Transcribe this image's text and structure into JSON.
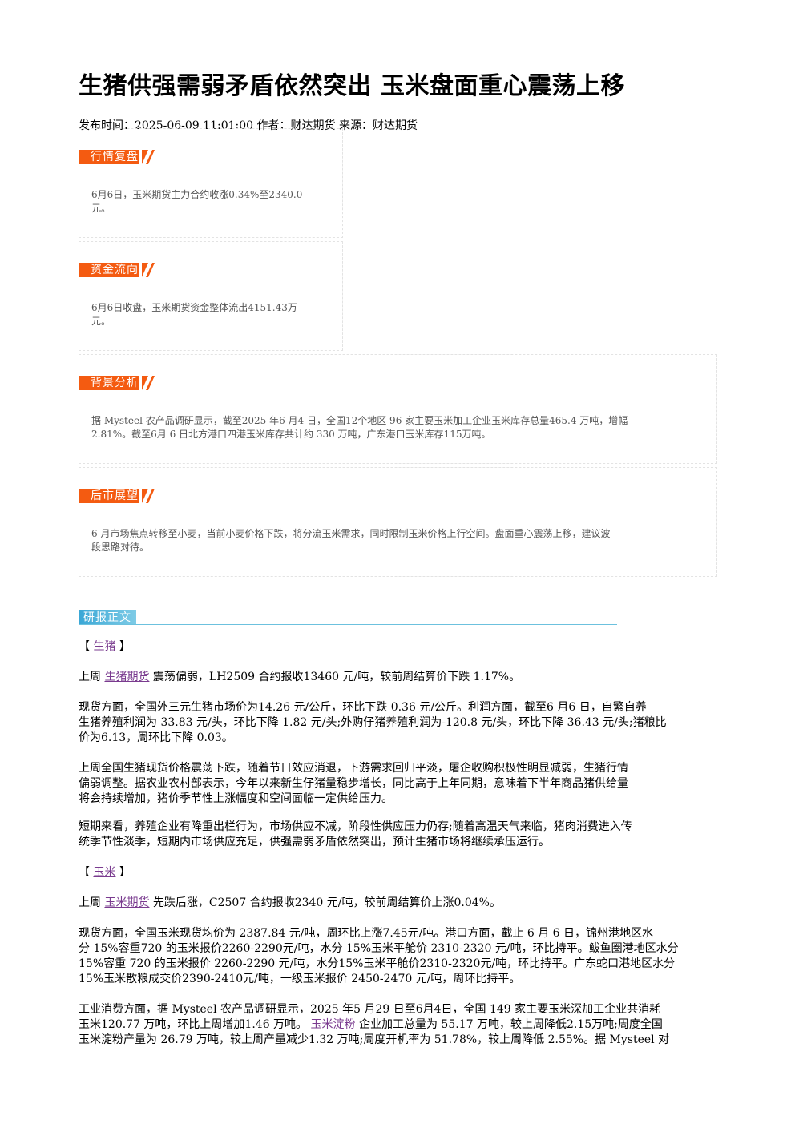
{
  "article": {
    "title": "生猪供强需弱矛盾依然突出 玉米盘面重心震荡上移",
    "meta": "发布时间：2025-06-09 11:01:00 作者：财达期货 来源：财达期货"
  },
  "summary": {
    "market_review": {
      "label": "行情复盘",
      "text_line1": "6月6日，玉米期货主力合约收涨0.34%至2340.0",
      "text_line2": "元。"
    },
    "capital_flow": {
      "label": "资金流向",
      "text_line1": "6月6日收盘，玉米期货资金整体流出4151.43万",
      "text_line2": "元。"
    },
    "background": {
      "label": "背景分析",
      "text_line1": "据 Mysteel 农产品调研显示，截至2025 年6 月4 日，全国12个地区 96 家主要玉米加工企业玉米库存总量465.4 万吨，增幅",
      "text_line2": "2.81%。截至6月 6 日北方港口四港玉米库存共计约 330 万吨，广东港口玉米库存115万吨。"
    },
    "outlook": {
      "label": "后市展望",
      "text_line1": "6 月市场焦点转移至小麦，当前小麦价格下跌，将分流玉米需求，同时限制玉米价格上行空间。盘面重心震荡上移，建议波",
      "text_line2": "段思路对待。"
    }
  },
  "report": {
    "label": "研报正文",
    "hog": {
      "heading_open": "【 ",
      "heading_link": "生猪",
      "heading_close": " 】",
      "p1_pre": "上周 ",
      "p1_link": "生猪期货",
      "p1_post": " 震荡偏弱，LH2509 合约报收13460 元/吨，较前周结算价下跌 1.17%。",
      "p2_l1": "现货方面，全国外三元生猪市场价为14.26 元/公斤，环比下跌 0.36 元/公斤。利润方面，截至6 月6 日，自繁自养",
      "p2_l2": "生猪养殖利润为 33.83 元/头，环比下降 1.82 元/头;外购仔猪养殖利润为-120.8 元/头，环比下降 36.43 元/头;猪粮比",
      "p2_l3": "价为6.13，周环比下降 0.03。",
      "p3_l1": "上周全国生猪现货价格震荡下跌，随着节日效应消退，下游需求回归平淡，屠企收购积极性明显减弱，生猪行情",
      "p3_l2": "偏弱调整。据农业农村部表示，今年以来新生仔猪量稳步增长，同比高于上年同期，意味着下半年商品猪供给量",
      "p3_l3": "将会持续增加，猪价季节性上涨幅度和空间面临一定供给压力。",
      "p4_l1": "短期来看，养殖企业有降重出栏行为，市场供应不减，阶段性供应压力仍存;随着高温天气来临，猪肉消费进入传",
      "p4_l2": "统季节性淡季，短期内市场供应充足，供强需弱矛盾依然突出，预计生猪市场将继续承压运行。"
    },
    "corn": {
      "heading_open": "【 ",
      "heading_link": "玉米",
      "heading_close": " 】",
      "p1_pre": "上周 ",
      "p1_link": "玉米期货",
      "p1_post": " 先跌后涨，C2507 合约报收2340 元/吨，较前周结算价上涨0.04%。",
      "p2_l1": "现货方面，全国玉米现货均价为 2387.84 元/吨，周环比上涨7.45元/吨。港口方面，截止 6 月 6 日，锦州港地区水",
      "p2_l2": "分 15%容重720 的玉米报价2260-2290元/吨，水分 15%玉米平舱价 2310-2320 元/吨，环比持平。鲅鱼圈港地区水分",
      "p2_l3": "15%容重 720 的玉米报价 2260-2290 元/吨，水分15%玉米平舱价2310-2320元/吨，环比持平。广东蛇口港地区水分",
      "p2_l4": "15%玉米散粮成交价2390-2410元/吨，一级玉米报价 2450-2470 元/吨，周环比持平。",
      "p3_l1": "工业消费方面，据 Mysteel 农产品调研显示，2025 年5 月29 日至6月4日，全国 149 家主要玉米深加工企业共消耗",
      "p3_l2_pre": "玉米120.77 万吨，环比上周增加1.46 万吨。 ",
      "p3_l2_link": "玉米淀粉",
      "p3_l2_post": " 企业加工总量为 55.17 万吨，较上周降低2.15万吨;周度全国",
      "p3_l3": "玉米淀粉产量为 26.79 万吨，较上周产量减少1.32 万吨;周度开机率为 51.78%，较上周降低 2.55%。据 Mysteel 对"
    }
  },
  "colors": {
    "tag_orange": "#f45b11",
    "tag_blue": "#3aa7d6",
    "link_purple": "#7a3b8f"
  }
}
